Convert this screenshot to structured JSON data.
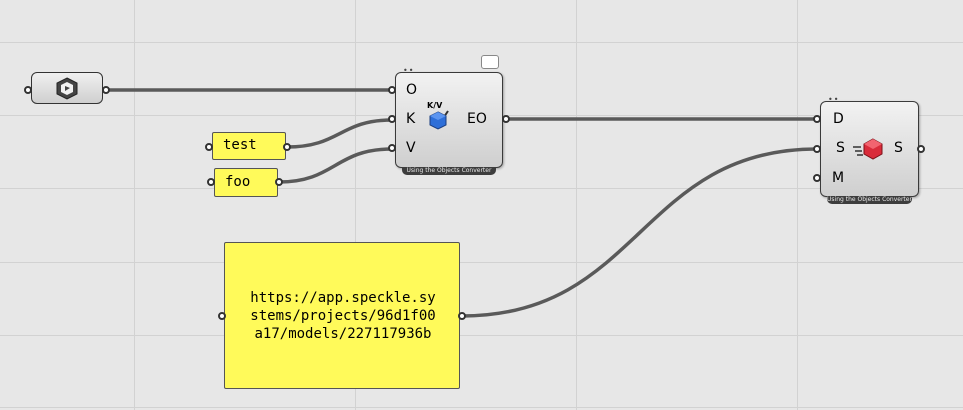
{
  "panels": {
    "test": {
      "text": "test"
    },
    "foo": {
      "text": "foo"
    },
    "url": {
      "lines": [
        "https://app.speckle.sy",
        "stems/projects/96d1f00",
        "a17/models/227117936b"
      ]
    }
  },
  "expand_component": {
    "inputs": [
      "O",
      "K",
      "V"
    ],
    "outputs": [
      "EO"
    ],
    "icon_label": "K/V",
    "footer": "Using the Objects Converter"
  },
  "send_component": {
    "inputs": [
      "D",
      "S",
      "M"
    ],
    "outputs": [
      "S"
    ],
    "footer": "Using the Objects Converter"
  },
  "colors": {
    "canvas": "#e7e7e7",
    "panel": "#fffa5a",
    "wire": "#5a5a5a",
    "grid": "#d2d2d2"
  }
}
